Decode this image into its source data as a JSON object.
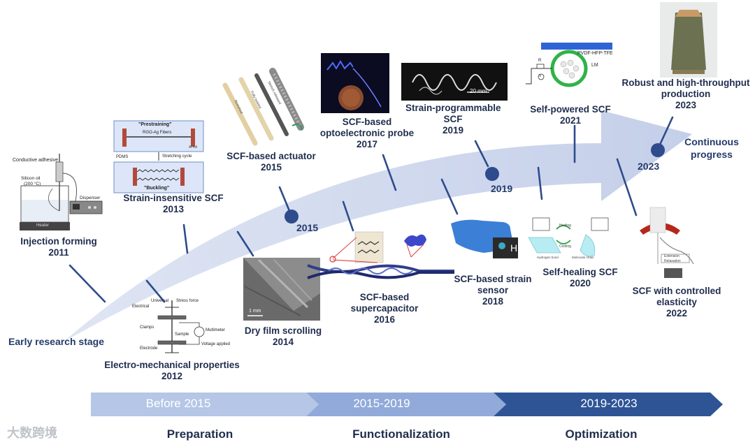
{
  "stage_labels": {
    "early": "Early research stage",
    "continuous": "Continuous progress"
  },
  "years": [
    "2015",
    "2019",
    "2023"
  ],
  "milestones": [
    {
      "id": "injection",
      "title": "Injection forming",
      "year": "2011"
    },
    {
      "id": "electro",
      "title": "Electro-mechanical properties",
      "year": "2012"
    },
    {
      "id": "strain-insensitive",
      "title": "Strain-insensitive SCF",
      "year": "2013"
    },
    {
      "id": "dry-film",
      "title": "Dry film scrolling",
      "year": "2014"
    },
    {
      "id": "actuator",
      "title": "SCF-based actuator",
      "year": "2015"
    },
    {
      "id": "supercap",
      "title_lines": [
        "SCF-based",
        "supercapacitor"
      ],
      "year": "2016"
    },
    {
      "id": "opto",
      "title_lines": [
        "SCF-based",
        "optoelectronic probe"
      ],
      "year": "2017"
    },
    {
      "id": "strain-sensor",
      "title_lines": [
        "SCF-based strain",
        "sensor"
      ],
      "year": "2018"
    },
    {
      "id": "programmable",
      "title_lines": [
        "Strain-programmable",
        "SCF"
      ],
      "year": "2019"
    },
    {
      "id": "self-healing",
      "title": "Self-healing SCF",
      "year": "2020"
    },
    {
      "id": "self-powered",
      "title": "Self-powered SCF",
      "year": "2021"
    },
    {
      "id": "elasticity",
      "title_lines": [
        "SCF with controlled",
        "elasticity"
      ],
      "year": "2022"
    },
    {
      "id": "robust",
      "title_lines": [
        "Robust and high-throughput",
        "production"
      ],
      "year": "2023"
    }
  ],
  "image_text": {
    "injection": {
      "adhesive": "Conductive adhesive",
      "oil": "Silicon oil",
      "temp": "(200 °C)",
      "dispenser": "Dispenser",
      "heater": "Heater"
    },
    "electro": {
      "electrical": "Electrical",
      "universal": "Universal",
      "stress": "Stress force",
      "clamps": "Clamps",
      "sample": "Sample",
      "multimeter": "Multimeter",
      "electrode": "Electrode",
      "voltage": "Voltage applied"
    },
    "strain": {
      "prestraining": "\"Prestraining\"",
      "fibers": "RGO-Ag Fibers",
      "foil": "Al foil",
      "pdms": "PDMS",
      "cycle": "Stretching cycle",
      "buckling": "\"Buckling\""
    },
    "actuator": {
      "t1": "Stretched",
      "t2": "Fully twisted",
      "t3": "Stretch released"
    },
    "dryfilm": {
      "scale": "1 mm"
    },
    "programmable": {
      "scale": "20 mm"
    },
    "selfpowered": {
      "coating": "PVDF-HFP-TFE",
      "core": "LM",
      "r": "R",
      "v": "V"
    },
    "selfhealing": {
      "healing": "Healing",
      "cooling": "Cooling",
      "hbond": "Hydrogen bond",
      "chain": "Molecular chain"
    },
    "elasticity": {
      "ext": "Extension",
      "rel": "Relaxation"
    },
    "sensor": {
      "letter": "H"
    }
  },
  "bands": [
    "Before 2015",
    "2015-2019",
    "2019-2023"
  ],
  "phases": [
    "Preparation",
    "Functionalization",
    "Optimization"
  ],
  "colors": {
    "arrow": "#d2d9ee",
    "dot": "#2e4b8c",
    "band1": "#b5c6e6",
    "band2": "#91aad9",
    "band3": "#2e5496",
    "text": "#1f2d4d"
  },
  "watermark": "大数跨境"
}
